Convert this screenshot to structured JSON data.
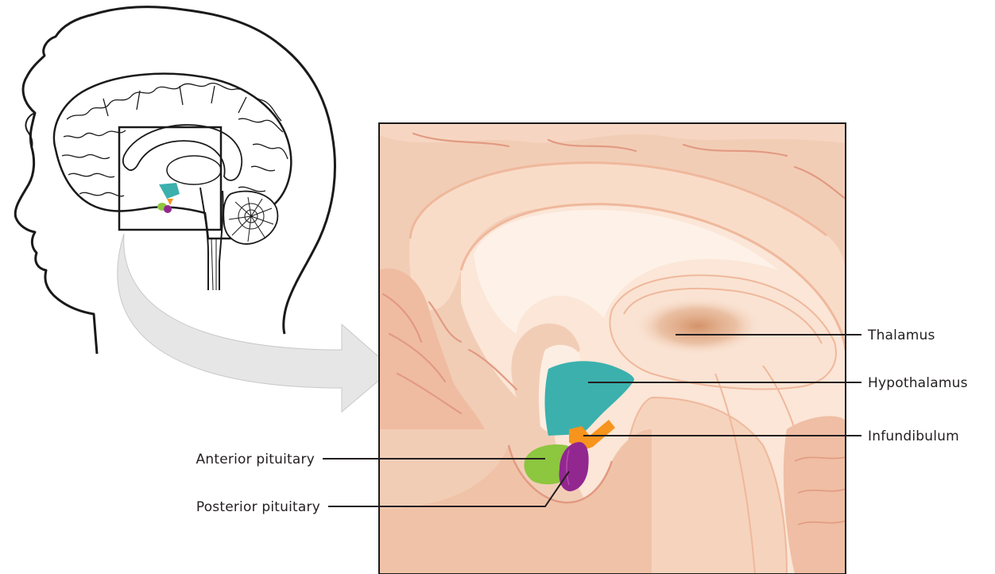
{
  "labels": {
    "thalamus": "Thalamus",
    "hypothalamus": "Hypothalamus",
    "infundibulum": "Infundibulum",
    "anterior_pituitary": "Anterior pituitary",
    "posterior_pituitary": "Posterior pituitary"
  },
  "colors": {
    "tissue_background": "#f2cdb6",
    "tissue_light": "#fae3d3",
    "tissue_fold_lines": "#e29a82",
    "hypothalamus": "#3bb0ad",
    "infundibulum": "#f7941d",
    "anterior_pituitary": "#8dc63f",
    "posterior_pituitary": "#92278f",
    "thalamus_blob": "#d79a72",
    "arrow": "#e6e6e6",
    "outline": "#1a1a1a"
  }
}
